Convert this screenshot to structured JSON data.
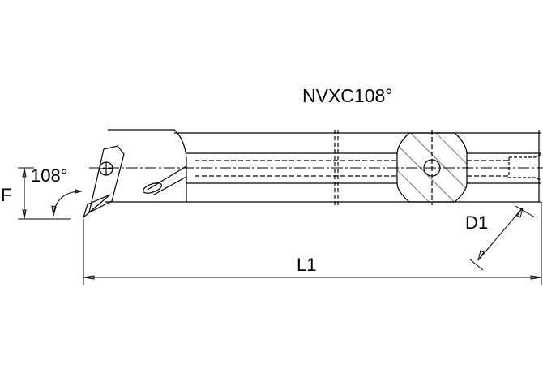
{
  "title": "NVXC108°",
  "dimensions": {
    "angle": "108°",
    "height": "F",
    "length": "L1",
    "diameter": "D1"
  }
}
